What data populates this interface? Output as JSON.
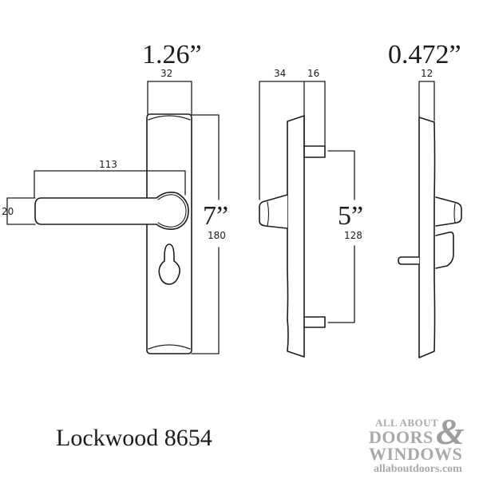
{
  "product": {
    "title": "Lockwood 8654"
  },
  "front_view": {
    "width_inches": "1.26”",
    "width_mm": "32",
    "lever_length_mm": "113",
    "lever_height_mm": "20",
    "height_inches": "7”",
    "height_mm": "180"
  },
  "side_view": {
    "projection_mm": "34",
    "spindle_mm": "16",
    "fixing_centres_inches": "5”",
    "fixing_centres_mm": "128"
  },
  "edge_view": {
    "thickness_inches": "0.472”",
    "thickness_mm": "12"
  },
  "logo": {
    "line1": "ALL ABOUT",
    "line2": "DOORS",
    "line3": "WINDOWS",
    "ampersand": "&",
    "url": "allaboutdoors.com"
  },
  "colors": {
    "line": "#1c1c1c",
    "logo": "#a9a9a9",
    "background": "#ffffff"
  }
}
